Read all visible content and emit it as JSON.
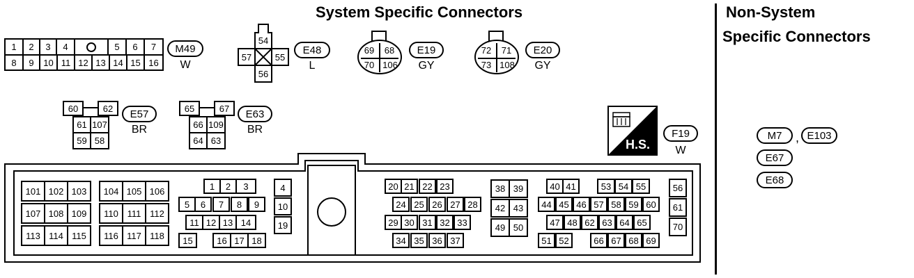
{
  "titles": {
    "system": "System Specific Connectors",
    "non_system_1": "Non-System",
    "non_system_2": "Specific Connectors"
  },
  "m49": {
    "row1": [
      "1",
      "2",
      "3",
      "4",
      "5",
      "6",
      "7"
    ],
    "row2": [
      "8",
      "9",
      "10",
      "11",
      "12",
      "13",
      "14",
      "15",
      "16"
    ],
    "id": "M49",
    "color": "W"
  },
  "e48": {
    "pins": [
      "54",
      "57",
      "55",
      "56"
    ],
    "id": "E48",
    "color": "L"
  },
  "e19": {
    "pins": [
      "69",
      "68",
      "70",
      "106"
    ],
    "id": "E19",
    "color": "GY"
  },
  "e20": {
    "pins": [
      "72",
      "71",
      "73",
      "108"
    ],
    "id": "E20",
    "color": "GY"
  },
  "e57": {
    "pins": [
      "60",
      "62",
      "61",
      "107",
      "59",
      "58"
    ],
    "id": "E57",
    "color": "BR"
  },
  "e63": {
    "pins": [
      "65",
      "67",
      "66",
      "109",
      "64",
      "63"
    ],
    "id": "E63",
    "color": "BR"
  },
  "f19": {
    "id": "F19",
    "color": "W",
    "hs": "H.S."
  },
  "ecm": {
    "g1": [
      "101",
      "102",
      "103",
      "107",
      "108",
      "109",
      "113",
      "114",
      "115"
    ],
    "g2": [
      "104",
      "105",
      "106",
      "110",
      "111",
      "112",
      "116",
      "117",
      "118"
    ],
    "g3": [
      "1",
      "2",
      "3",
      "5",
      "6",
      "7",
      "8",
      "9",
      "11",
      "12",
      "13",
      "14",
      "15",
      "16",
      "17",
      "18"
    ],
    "g4": [
      "4",
      "10",
      "19"
    ],
    "g5": [
      "20",
      "21",
      "22",
      "23",
      "24",
      "25",
      "26",
      "27",
      "28",
      "29",
      "30",
      "31",
      "32",
      "33",
      "34",
      "35",
      "36",
      "37"
    ],
    "g6": [
      "38",
      "39",
      "42",
      "43",
      "49",
      "50"
    ],
    "g7": [
      "40",
      "41",
      "53",
      "54",
      "55",
      "44",
      "45",
      "46",
      "57",
      "58",
      "59",
      "60",
      "47",
      "48",
      "62",
      "63",
      "64",
      "65",
      "51",
      "52",
      "66",
      "67",
      "68",
      "69"
    ],
    "g8": [
      "56",
      "61",
      "70"
    ]
  },
  "non_system": {
    "ids": [
      "M7",
      "E103",
      "E67",
      "E68"
    ],
    "sep": ","
  }
}
